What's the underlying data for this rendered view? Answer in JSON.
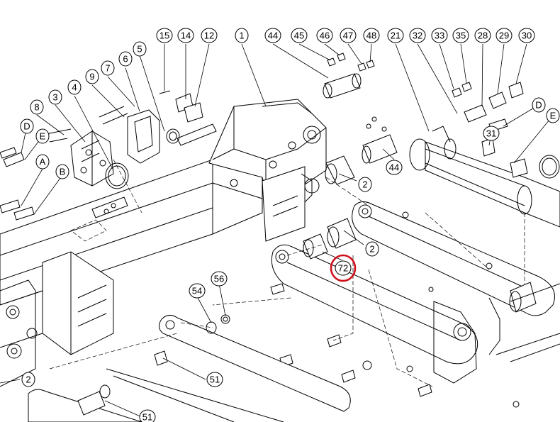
{
  "drawing": {
    "callouts": [
      {
        "id": "c15",
        "text": "15"
      },
      {
        "id": "c14",
        "text": "14"
      },
      {
        "id": "c12",
        "text": "12"
      },
      {
        "id": "c1",
        "text": "1"
      },
      {
        "id": "c44a",
        "text": "44"
      },
      {
        "id": "c45",
        "text": "45"
      },
      {
        "id": "c46",
        "text": "46"
      },
      {
        "id": "c47",
        "text": "47"
      },
      {
        "id": "c48",
        "text": "48"
      },
      {
        "id": "c21",
        "text": "21"
      },
      {
        "id": "c32",
        "text": "32"
      },
      {
        "id": "c33",
        "text": "33"
      },
      {
        "id": "c35",
        "text": "35"
      },
      {
        "id": "c28",
        "text": "28"
      },
      {
        "id": "c29",
        "text": "29"
      },
      {
        "id": "c30",
        "text": "30"
      },
      {
        "id": "c5",
        "text": "5"
      },
      {
        "id": "c6",
        "text": "6"
      },
      {
        "id": "c7",
        "text": "7"
      },
      {
        "id": "c9",
        "text": "9"
      },
      {
        "id": "c4",
        "text": "4"
      },
      {
        "id": "c3",
        "text": "3"
      },
      {
        "id": "c8",
        "text": "8"
      },
      {
        "id": "cD1",
        "text": "D"
      },
      {
        "id": "cE1",
        "text": "E"
      },
      {
        "id": "cA",
        "text": "A"
      },
      {
        "id": "cB",
        "text": "B"
      },
      {
        "id": "cD2",
        "text": "D"
      },
      {
        "id": "cE2",
        "text": "E"
      },
      {
        "id": "c31",
        "text": "31"
      },
      {
        "id": "c44b",
        "text": "44"
      },
      {
        "id": "c2a",
        "text": "2"
      },
      {
        "id": "c2b",
        "text": "2"
      },
      {
        "id": "c72",
        "text": "72"
      },
      {
        "id": "c54",
        "text": "54"
      },
      {
        "id": "c56",
        "text": "56"
      },
      {
        "id": "c51a",
        "text": "51"
      },
      {
        "id": "c51b",
        "text": "51"
      },
      {
        "id": "c2c",
        "text": "2"
      }
    ],
    "highlight_color": "#d0101c",
    "highlighted_callout": "72"
  }
}
